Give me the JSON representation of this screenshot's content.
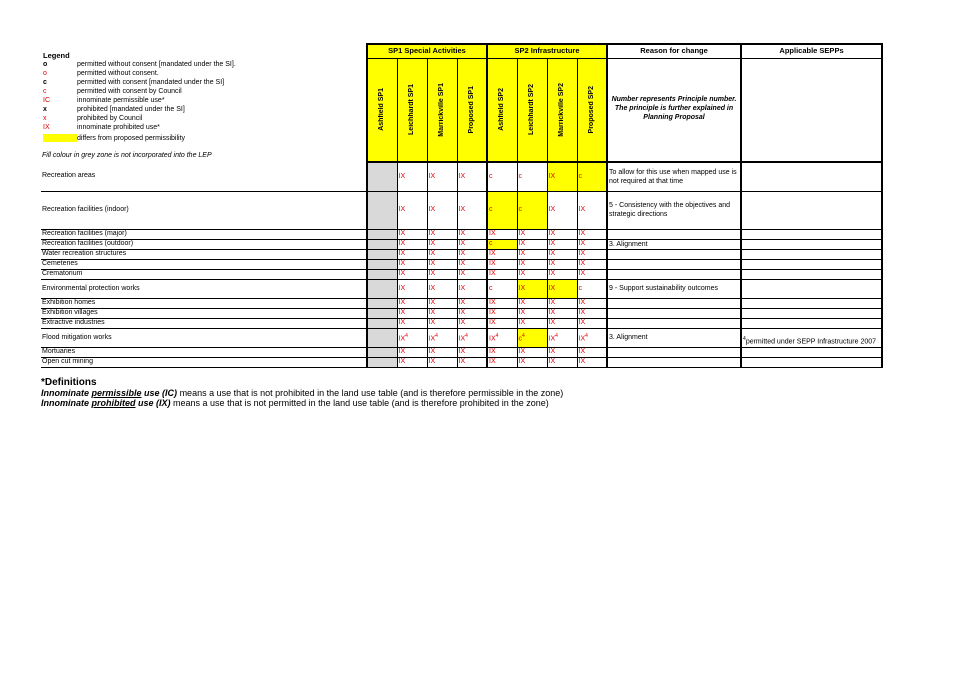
{
  "legend": {
    "title": "Legend",
    "items": [
      {
        "symbol": "o",
        "symbol_color": "#000000",
        "text": "permitted without consent [mandated under the SI]."
      },
      {
        "symbol": "o",
        "symbol_color": "#e00000",
        "text": "permitted without consent."
      },
      {
        "symbol": "c",
        "symbol_color": "#000000",
        "text": "permitted with consent [mandated under the SI]"
      },
      {
        "symbol": "c",
        "symbol_color": "#e00000",
        "text": "permitted with consent by Council"
      },
      {
        "symbol": "IC",
        "symbol_color": "#e00000",
        "text": "innominate permissible use*"
      },
      {
        "symbol": "x",
        "symbol_color": "#000000",
        "text": "prohibited [mandated under the SI]"
      },
      {
        "symbol": "x",
        "symbol_color": "#e00000",
        "text": "prohibited by Council"
      },
      {
        "symbol": "IX",
        "symbol_color": "#e00000",
        "text": "innominate prohibited use*"
      },
      {
        "symbol": "",
        "symbol_color": "#ffff00",
        "text": "differs from proposed permissibility"
      }
    ],
    "note": "Fill colour in grey  zone is not incorporated into the LEP"
  },
  "groups": {
    "sp1": "SP1 Special Activities",
    "sp2": "SP2 Infrastructure",
    "reason": "Reason for change",
    "sepps": "Applicable SEPPs"
  },
  "columns": [
    "Ashfield SP1",
    "Leichhardt SP1",
    "Marrickville SP1",
    "Proposed SP1",
    "Ashfield SP2",
    "Leichhardt SP2",
    "Marrickville SP2",
    "Proposed SP2"
  ],
  "reason_header_note": "Number represents Principle number. The principle is further explained in Planning Proposal",
  "colors": {
    "red": "#e00000",
    "yellow": "#ffff00",
    "grey": "#d9d9d9"
  },
  "rows": [
    {
      "label": "Recreation areas",
      "h": "tall",
      "cells": [
        "",
        "IX",
        "IX",
        "IX",
        "c",
        "c",
        "IX",
        "c"
      ],
      "yellow": [
        6,
        7
      ],
      "reason": "To allow for this use when mapped use is not required at that time",
      "sepp": ""
    },
    {
      "label": "Recreation facilities (indoor)",
      "h": "xtall",
      "cells": [
        "",
        "IX",
        "IX",
        "IX",
        "c",
        "c",
        "IX",
        "IX"
      ],
      "yellow": [
        4,
        5
      ],
      "reason": "5 - Consistency with the objectives and strategic directions",
      "sepp": ""
    },
    {
      "label": "Recreation facilities (major)",
      "h": "short",
      "cells": [
        "",
        "IX",
        "IX",
        "IX",
        "IX",
        "IX",
        "IX",
        "IX"
      ],
      "yellow": [],
      "reason": "",
      "sepp": ""
    },
    {
      "label": "Recreation facilities (outdoor)",
      "h": "short",
      "cells": [
        "",
        "IX",
        "IX",
        "IX",
        "c",
        "IX",
        "IX",
        "IX"
      ],
      "yellow": [
        4
      ],
      "reason": "3. Alignment",
      "sepp": ""
    },
    {
      "label": "Water recreation structures",
      "h": "short",
      "cells": [
        "",
        "IX",
        "IX",
        "IX",
        "IX",
        "IX",
        "IX",
        "IX"
      ],
      "yellow": [],
      "reason": "",
      "sepp": ""
    },
    {
      "label": "Cemeteries",
      "h": "short",
      "cells": [
        "",
        "IX",
        "IX",
        "IX",
        "IX",
        "IX",
        "IX",
        "IX"
      ],
      "yellow": [],
      "reason": "",
      "sepp": ""
    },
    {
      "label": "Crematorium",
      "h": "short",
      "cells": [
        "",
        "IX",
        "IX",
        "IX",
        "IX",
        "IX",
        "IX",
        "IX"
      ],
      "yellow": [],
      "reason": "",
      "sepp": ""
    },
    {
      "label": "Environmental protection works",
      "h": "mid",
      "cells": [
        "",
        "IX",
        "IX",
        "IX",
        "c",
        "IX",
        "IX",
        "c"
      ],
      "yellow": [
        5,
        6
      ],
      "reason": "9 - Support sustainability outcomes",
      "sepp": ""
    },
    {
      "label": "Exhibition homes",
      "h": "short",
      "cells": [
        "",
        "IX",
        "IX",
        "IX",
        "IX",
        "IX",
        "IX",
        "IX"
      ],
      "yellow": [],
      "reason": "",
      "sepp": ""
    },
    {
      "label": "Exhibition villages",
      "h": "short",
      "cells": [
        "",
        "IX",
        "IX",
        "IX",
        "IX",
        "IX",
        "IX",
        "IX"
      ],
      "yellow": [],
      "reason": "",
      "sepp": ""
    },
    {
      "label": "Extractive industries",
      "h": "short",
      "cells": [
        "",
        "IX",
        "IX",
        "IX",
        "IX",
        "IX",
        "IX",
        "IX"
      ],
      "yellow": [],
      "reason": "",
      "sepp": ""
    },
    {
      "label": "Flood mitigation works",
      "h": "mid",
      "cells": [
        "",
        "IX",
        "IX",
        "IX",
        "IX",
        "c",
        "IX",
        "IX"
      ],
      "sup": [
        1,
        2,
        3,
        4,
        5,
        6,
        7
      ],
      "yellow": [
        5
      ],
      "reason": "3. Alignment",
      "sepp": "permitted under SEPP Infrastructure 2007",
      "sepp_sup": "4"
    },
    {
      "label": "Mortuaries",
      "h": "short",
      "cells": [
        "",
        "IX",
        "IX",
        "IX",
        "IX",
        "IX",
        "IX",
        "IX"
      ],
      "yellow": [],
      "reason": "",
      "sepp": ""
    },
    {
      "label": "Open cut mining",
      "h": "short",
      "cells": [
        "",
        "IX",
        "IX",
        "IX",
        "IX",
        "IX",
        "IX",
        "IX"
      ],
      "yellow": [],
      "reason": "",
      "sepp": ""
    }
  ],
  "definitions": {
    "title": "*Definitions",
    "lines": [
      {
        "pre": "Innominate ",
        "key": "permissible",
        "post1": " use (IC)",
        "post2": " means a use that is not prohibited in the land use table (and is therefore permissible in the zone)"
      },
      {
        "pre": "Innominate ",
        "key": "prohibited",
        "post1": " use (IX)",
        "post2": " means a use that is not permitted in the land use table (and is therefore prohibited in the zone)"
      }
    ]
  }
}
